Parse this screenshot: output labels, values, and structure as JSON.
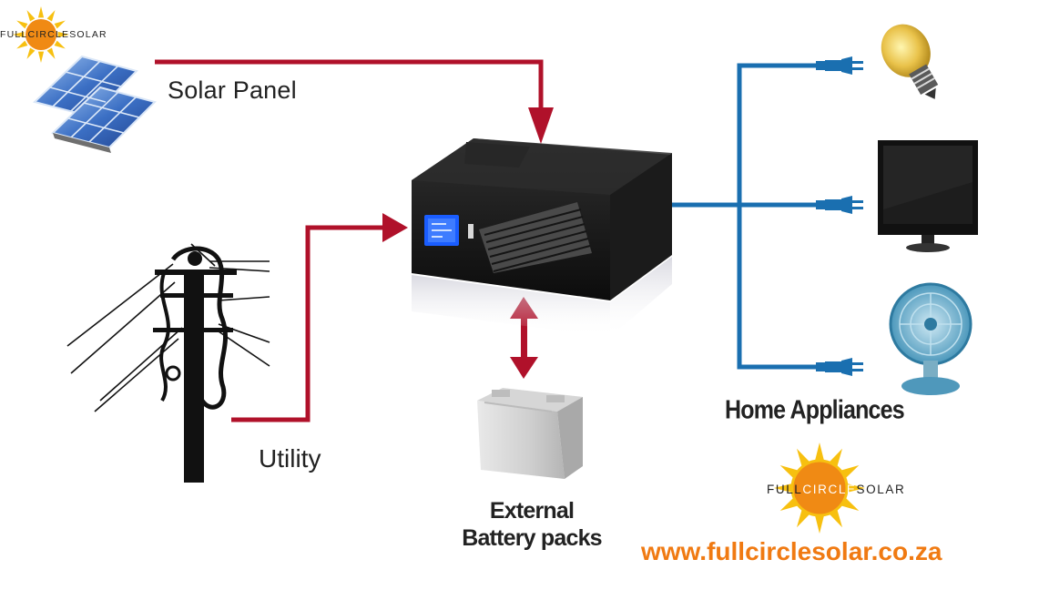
{
  "labels": {
    "solar_panel": "Solar Panel",
    "utility": "Utility",
    "home_appliances": "Home Appliances",
    "battery_line1": "External",
    "battery_line2": "Battery packs"
  },
  "branding": {
    "logo_part1": "FULL",
    "logo_part2": "CIRCLE",
    "logo_part3": "SOLAR",
    "website": "www.fullcirclesolar.co.za"
  },
  "colors": {
    "input_line": "#b0112a",
    "output_line": "#1a6fb0",
    "website_text": "#f07a12",
    "sun_rays": "#f7c010",
    "sun_core": "#f08a14"
  },
  "icons": [
    "solar-panel-icon",
    "utility-pole-icon",
    "inverter-icon",
    "battery-icon",
    "light-bulb-icon",
    "television-icon",
    "fan-icon",
    "plug-icon",
    "sun-logo-icon"
  ]
}
